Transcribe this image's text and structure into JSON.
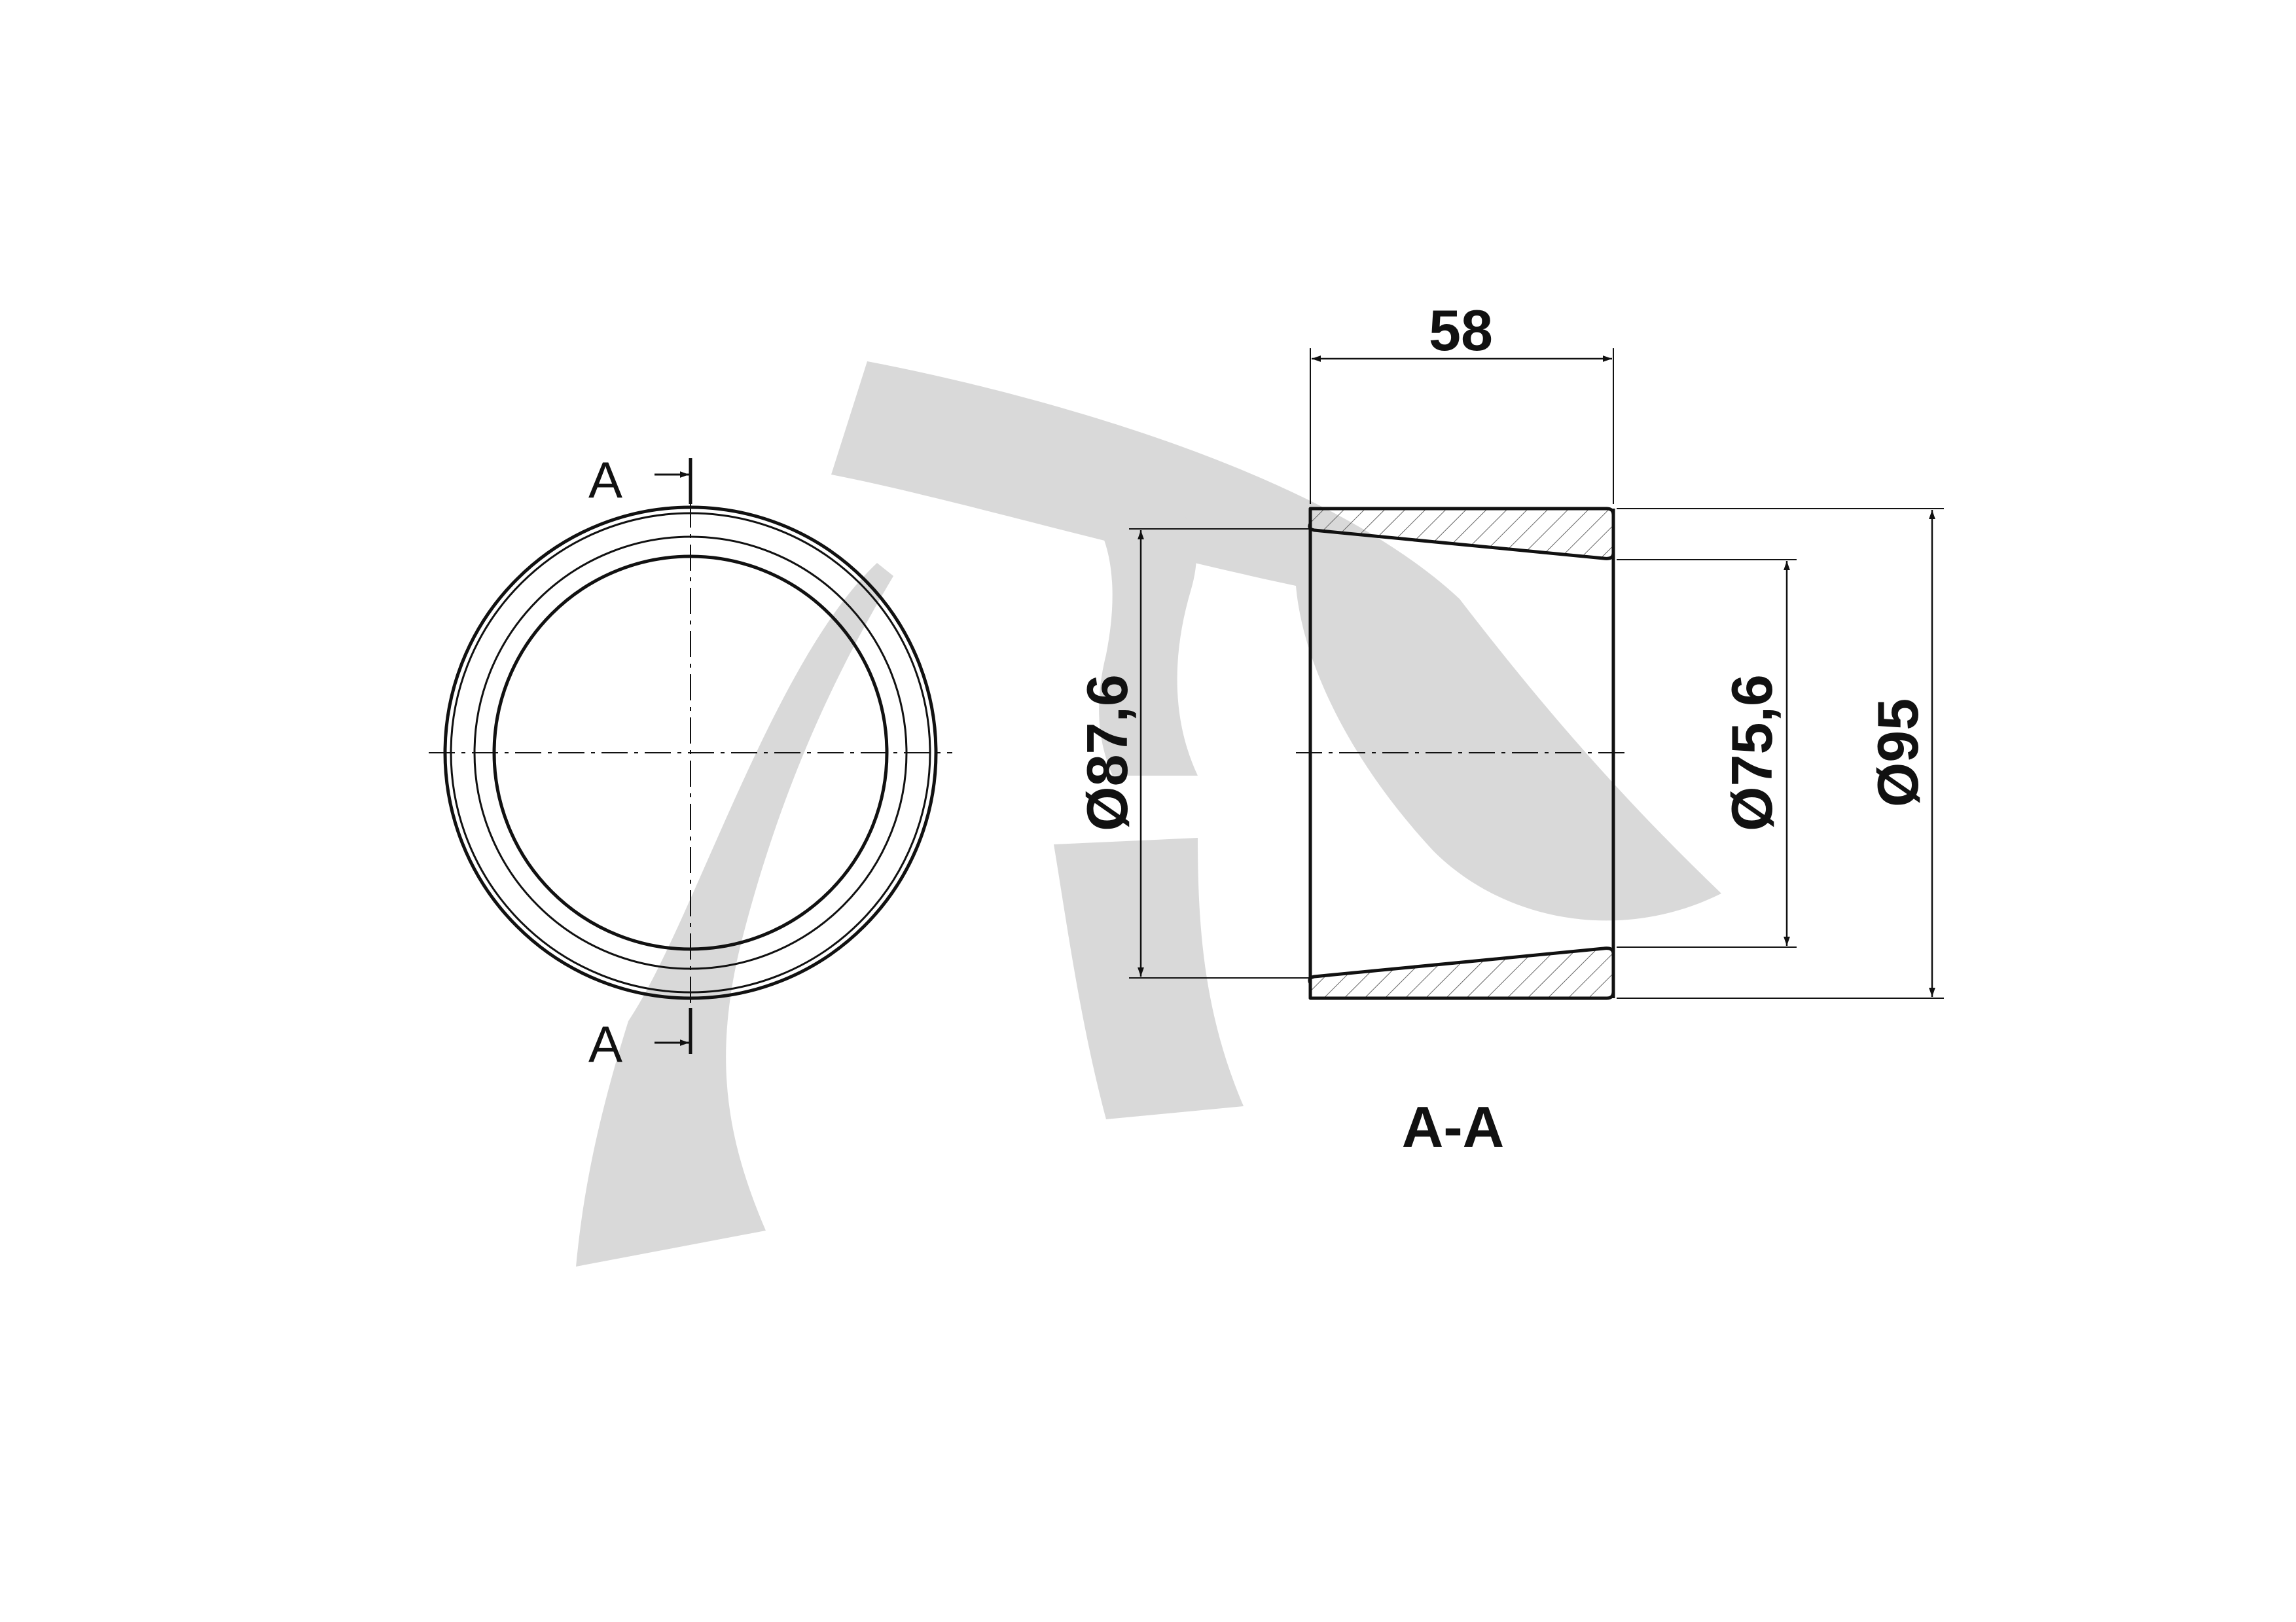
{
  "drawing": {
    "front_view": {
      "section_marker_top": "A",
      "section_marker_bottom": "A"
    },
    "section_view": {
      "title": "A-A",
      "dimensions": {
        "width": "58",
        "inner_diameter_left": "Ø87,6",
        "inner_diameter_right": "Ø75,6",
        "outer_diameter": "Ø95"
      }
    },
    "watermark": {
      "icon": "pi-logo-watermark-icon",
      "color": "#d9d9d9"
    },
    "colors": {
      "line": "#111111",
      "hatch": "#555555",
      "background": "#ffffff"
    }
  }
}
